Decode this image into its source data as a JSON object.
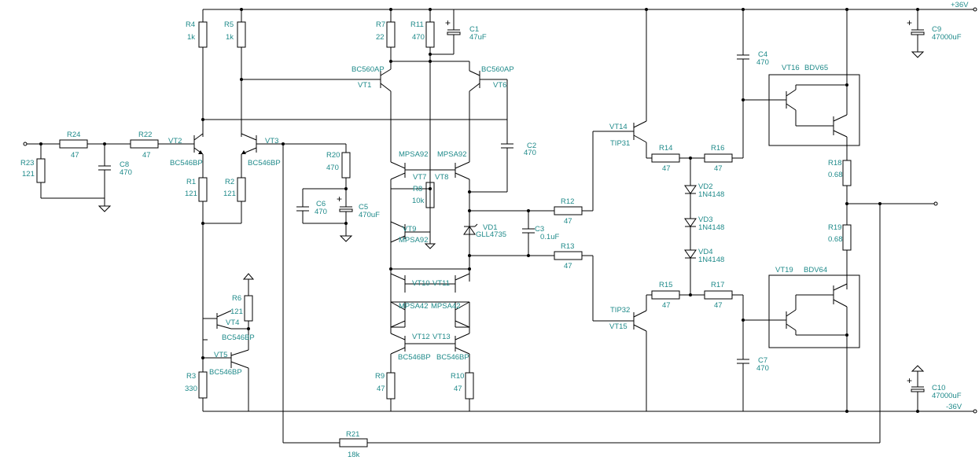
{
  "rails": {
    "positive": "+36V",
    "negative": "-36V"
  },
  "labels": {
    "R4": "R4",
    "R4v": "1k",
    "R5": "R5",
    "R5v": "1k",
    "R7": "R7",
    "R7v": "22",
    "R11": "R11",
    "R11v": "470",
    "C1": "C1",
    "C1v": "47uF",
    "VT1": "VT1",
    "VT1t": "BC560AP",
    "VT6": "VT6",
    "VT6t": "BC560AP",
    "R24": "R24",
    "R24v": "47",
    "R22": "R22",
    "R22v": "47",
    "R23": "R23",
    "R23v": "121",
    "C8": "C8",
    "C8v": "470",
    "VT2": "VT2",
    "VT2t": "BC546BP",
    "VT3": "VT3",
    "VT3t": "BC546BP",
    "R1": "R1",
    "R1v": "121",
    "R2": "R2",
    "R2v": "121",
    "R20": "R20",
    "R20v": "470",
    "C6": "C6",
    "C6v": "470",
    "C5": "C5",
    "C5v": "470uF",
    "VT7": "VT7",
    "VT7t": "MPSA92",
    "VT8": "VT8",
    "VT8t": "MPSA92",
    "R8": "R8",
    "R8v": "10k",
    "VT9": "VT9",
    "VT9t": "MPSA92",
    "VD1": "VD1",
    "VD1t": "GLL4735",
    "C2": "C2",
    "C2v": "470",
    "VT10": "VT10",
    "VT11": "VT11",
    "VT10t": "MPSA42",
    "VT11t": "MPSA42",
    "VT12": "VT12",
    "VT13": "VT13",
    "VT12t": "BC546BP",
    "VT13t": "BC546BP",
    "R9": "R9",
    "R9v": "47",
    "R10": "R10",
    "R10v": "47",
    "R6": "R6",
    "R6v": "121",
    "VT4": "VT4",
    "VT4t": "BC546BP",
    "VT5": "VT5",
    "VT5t": "BC546BP",
    "R3": "R3",
    "R3v": "330",
    "R12": "R12",
    "R12v": "47",
    "R13": "R13",
    "R13v": "47",
    "C3": "C3",
    "C3v": "0.1uF",
    "VT14": "VT14",
    "VT14t": "TIP31",
    "VT15": "VT15",
    "VT15t": "TIP32",
    "R14": "R14",
    "R14v": "47",
    "R15": "R15",
    "R15v": "47",
    "R16": "R16",
    "R16v": "47",
    "R17": "R17",
    "R17v": "47",
    "VD2": "VD2",
    "VD2t": "1N4148",
    "VD3": "VD3",
    "VD3t": "1N4148",
    "VD4": "VD4",
    "VD4t": "1N4148",
    "C4": "C4",
    "C4v": "470",
    "C7": "C7",
    "C7v": "470",
    "VT16": "VT16",
    "VT16t": "BDV65",
    "VT19": "VT19",
    "VT19t": "BDV64",
    "R18": "R18",
    "R18v": "0.68",
    "R19": "R19",
    "R19v": "0.68",
    "C9": "C9",
    "C9v": "47000uF",
    "C10": "C10",
    "C10v": "47000uF",
    "R21": "R21",
    "R21v": "18k"
  }
}
